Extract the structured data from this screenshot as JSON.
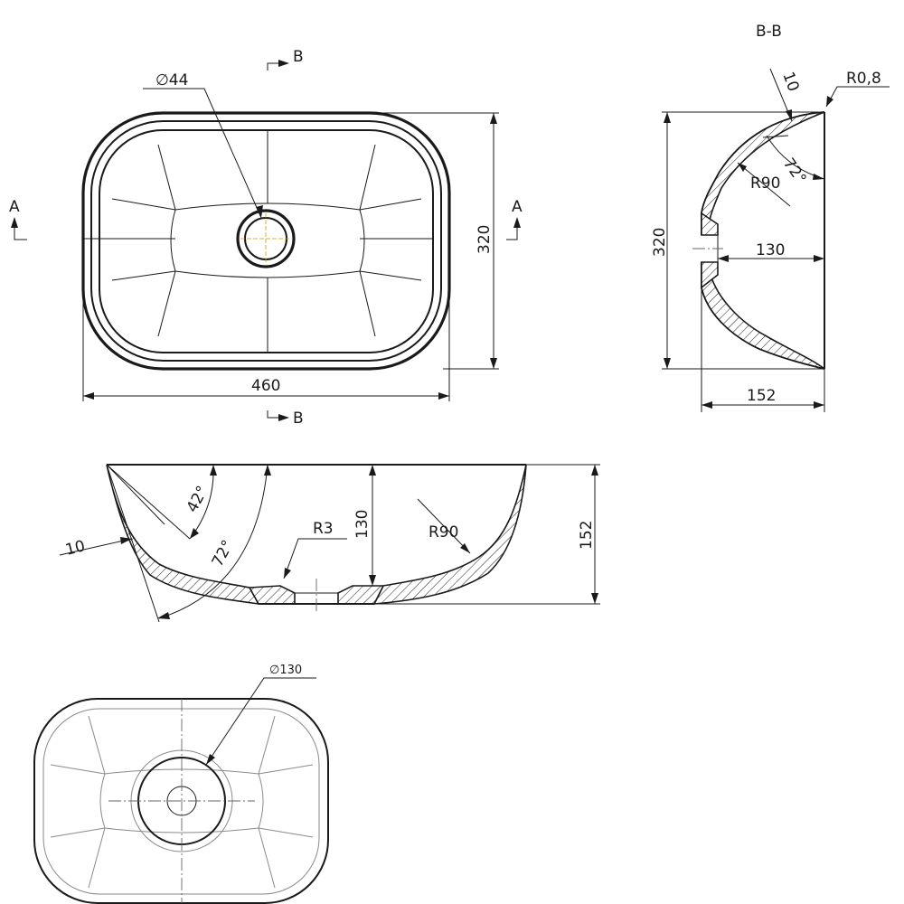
{
  "plan_view": {
    "diameter_label": "∅44",
    "width_label": "460",
    "height_label": "320",
    "section_b": "B",
    "section_a": "A"
  },
  "section_bb": {
    "title": "B-B",
    "height_label": "320",
    "depth_label": "130",
    "width_label": "152",
    "wall_label": "10",
    "edge_radius_label": "R0,8",
    "angle_label": "72°",
    "radius_label": "R90"
  },
  "section_aa": {
    "wall_label": "10",
    "angle1_label": "42°",
    "angle2_label": "72°",
    "radius_label": "R3",
    "inner_depth_label": "130",
    "curve_radius_label": "R90",
    "height_label": "152"
  },
  "bottom_view": {
    "diameter_label": "∅130"
  }
}
